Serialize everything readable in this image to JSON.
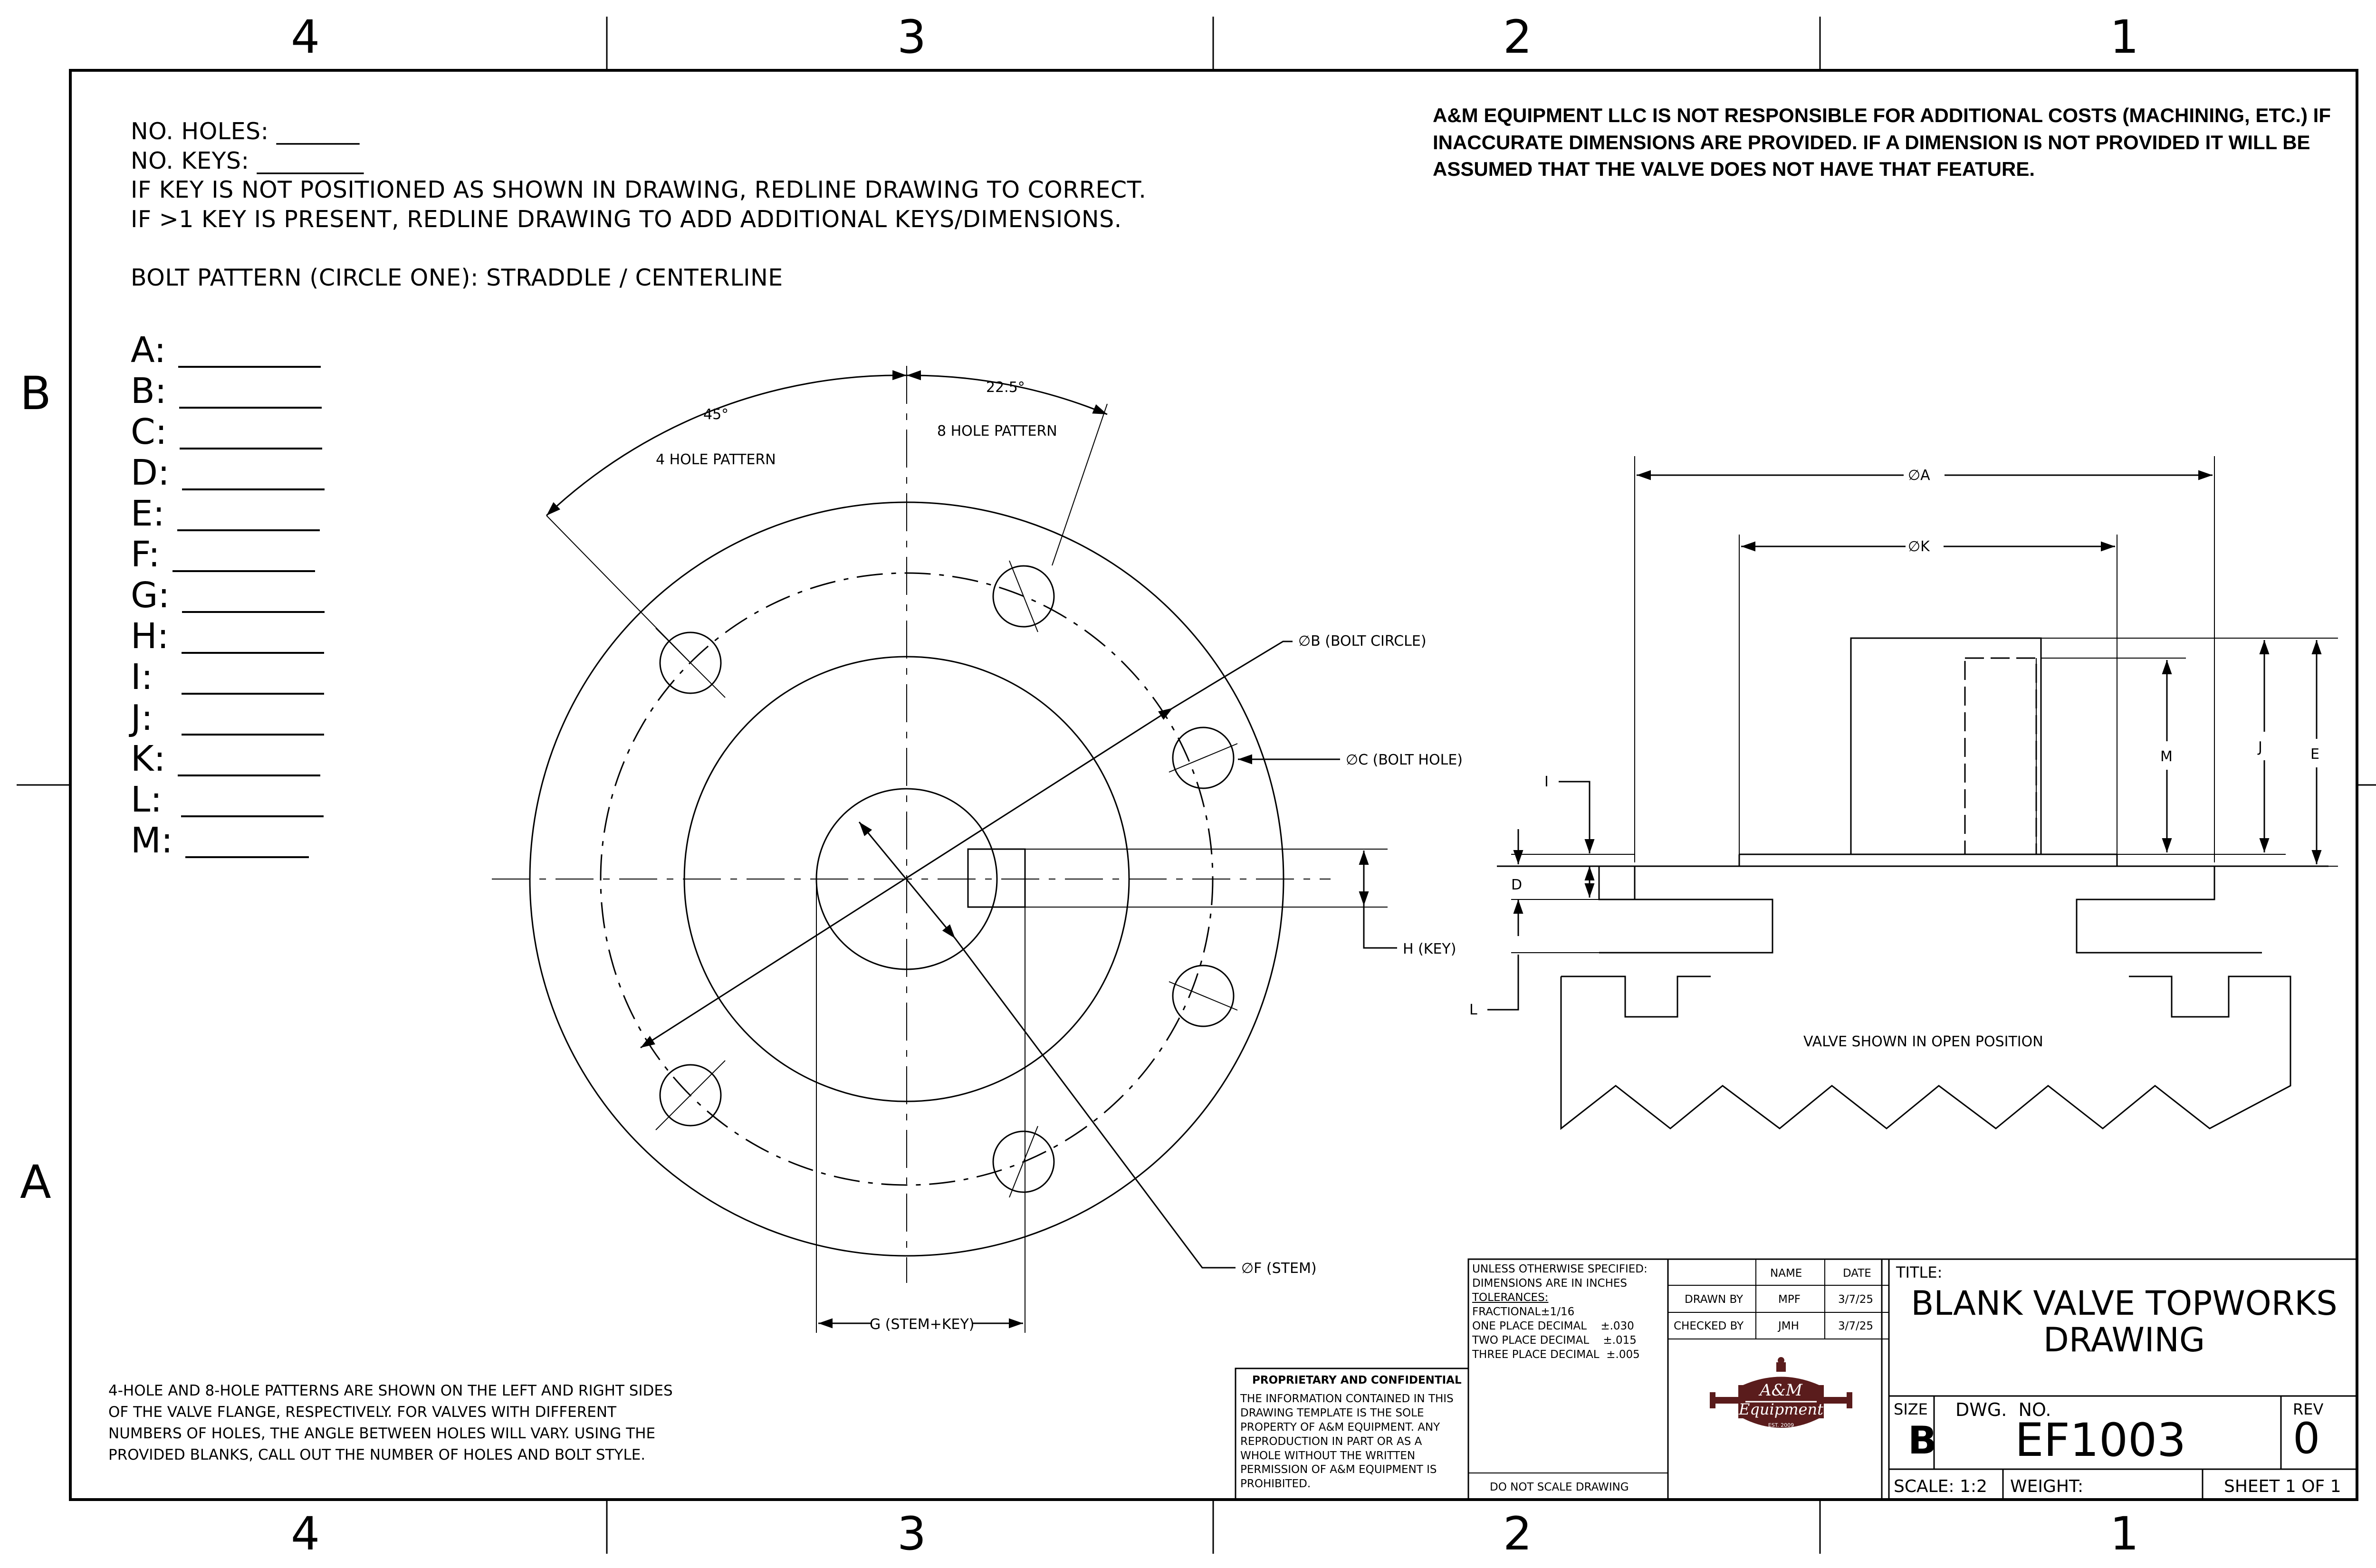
{
  "zones": {
    "columns": [
      "4",
      "3",
      "2",
      "1"
    ],
    "rows": [
      "B",
      "A"
    ]
  },
  "header_notes": {
    "holes": "NO. HOLES: _______",
    "keys": "NO. KEYS: _________",
    "key_position": "IF KEY IS NOT POSITIONED AS SHOWN IN DRAWING, REDLINE DRAWING TO CORRECT.",
    "multi_key": "IF >1 KEY IS PRESENT, REDLINE DRAWING TO ADD ADDITIONAL KEYS/DIMENSIONS.",
    "bolt_pattern": "BOLT PATTERN (CIRCLE ONE): STRADDLE / CENTERLINE"
  },
  "disclaimer": "A&M EQUIPMENT LLC IS NOT RESPONSIBLE FOR ADDITIONAL COSTS (MACHINING, ETC.) IF INACCURATE DIMENSIONS ARE PROVIDED. IF A DIMENSION IS NOT PROVIDED IT WILL BE ASSUMED THAT THE VALVE DOES NOT HAVE THAT FEATURE.",
  "dimension_fields": [
    {
      "letter": "A:"
    },
    {
      "letter": "B:"
    },
    {
      "letter": "C:"
    },
    {
      "letter": "D:"
    },
    {
      "letter": "E:"
    },
    {
      "letter": "F:"
    },
    {
      "letter": "G:"
    },
    {
      "letter": "H:"
    },
    {
      "letter": "I:"
    },
    {
      "letter": "J:"
    },
    {
      "letter": "K:"
    },
    {
      "letter": "L:"
    },
    {
      "letter": "M:"
    }
  ],
  "flange_view": {
    "angle_4": "45°",
    "angle_8": "22.5°",
    "pattern_4": "4 HOLE PATTERN",
    "pattern_8": "8 HOLE PATTERN",
    "bolt_circle": "∅B (BOLT CIRCLE)",
    "bolt_hole": "∅C (BOLT HOLE)",
    "key": "H (KEY)",
    "stem": "∅F (STEM)",
    "stem_key": "G (STEM+KEY)"
  },
  "side_view": {
    "dim_a": "∅A",
    "dim_k": "∅K",
    "dim_i": "I",
    "dim_d": "D",
    "dim_l": "L",
    "dim_m": "M",
    "dim_j": "J",
    "dim_e": "E",
    "note": "VALVE SHOWN IN OPEN POSITION"
  },
  "footnote": "4-HOLE AND 8-HOLE PATTERNS ARE SHOWN ON THE LEFT AND RIGHT SIDES OF THE VALVE FLANGE, RESPECTIVELY. FOR VALVES WITH DIFFERENT NUMBERS OF HOLES, THE ANGLE BETWEEN HOLES WILL VARY. USING THE PROVIDED BLANKS, CALL OUT THE NUMBER OF HOLES AND BOLT  STYLE.",
  "title_block": {
    "proprietary_title": "PROPRIETARY AND CONFIDENTIAL",
    "proprietary_text": "THE INFORMATION CONTAINED IN THIS DRAWING TEMPLATE IS THE SOLE PROPERTY OF A&M EQUIPMENT. ANY REPRODUCTION IN PART OR AS A WHOLE WITHOUT THE WRITTEN PERMISSION OF A&M EQUIPMENT IS PROHIBITED.",
    "unless": "UNLESS OTHERWISE SPECIFIED:",
    "dims_in": "DIMENSIONS ARE IN INCHES",
    "tolerances": "TOLERANCES:",
    "fractional": "FRACTIONAL±1/16",
    "one_place": "ONE PLACE DECIMAL    ±.030",
    "two_place": "TWO PLACE DECIMAL    ±.015",
    "three_place": "THREE PLACE DECIMAL  ±.005",
    "do_not_scale": "DO NOT SCALE DRAWING",
    "name_header": "NAME",
    "date_header": "DATE",
    "drawn_by_label": "DRAWN BY",
    "drawn_by_name": "MPF",
    "drawn_by_date": "3/7/25",
    "checked_by_label": "CHECKED BY",
    "checked_by_name": "JMH",
    "checked_by_date": "3/7/25",
    "logo_line1": "A&M",
    "logo_line2": "Equipment",
    "logo_line3": "EST. 2009",
    "title_label": "TITLE:",
    "title": "BLANK VALVE TOPWORKS DRAWING",
    "size_label": "SIZE",
    "size": "B",
    "dwg_no_label": "DWG.  NO.",
    "dwg_no": "EF1003",
    "rev_label": "REV",
    "rev": "0",
    "scale": "SCALE: 1:2",
    "weight": "WEIGHT:",
    "sheet": "SHEET 1 OF 1"
  }
}
